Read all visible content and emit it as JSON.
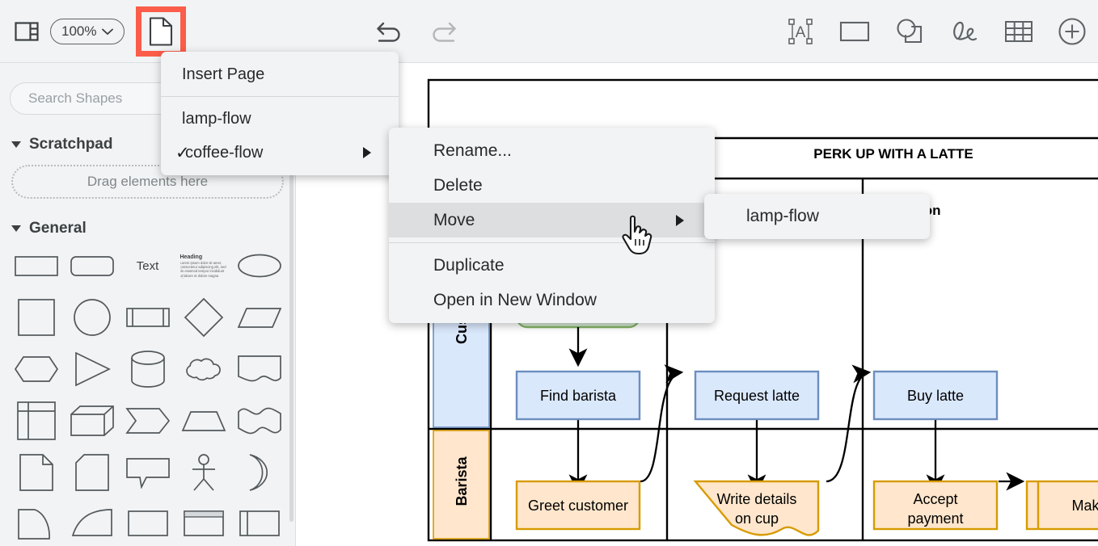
{
  "toolbar": {
    "format_panel_icon": "panel-toggle-icon",
    "zoom_level": "100%",
    "zoom_chevron_icon": "chevron-down-icon",
    "pages_icon": "page-icon",
    "undo_icon": "undo-icon",
    "redo_icon": "redo-icon",
    "right_tools": [
      {
        "name": "text-tool",
        "icon": "text-box-icon"
      },
      {
        "name": "shape-tool",
        "icon": "rectangle-icon"
      },
      {
        "name": "shapes-tool",
        "icon": "shapes-icon"
      },
      {
        "name": "freehand-tool",
        "icon": "scribble-icon"
      },
      {
        "name": "table-tool",
        "icon": "table-icon"
      },
      {
        "name": "more-tool",
        "icon": "plus-circle-icon"
      }
    ]
  },
  "sidebar": {
    "search": {
      "placeholder": "Search Shapes",
      "value": ""
    },
    "scratchpad": {
      "title": "Scratchpad",
      "dropzone_label": "Drag elements here"
    },
    "general": {
      "title": "General",
      "shapes": [
        "rectangle",
        "rounded-rectangle",
        "text",
        "textbox",
        "ellipse",
        "square",
        "circle",
        "process",
        "diamond",
        "parallelogram",
        "hexagon",
        "triangle",
        "cylinder",
        "cloud",
        "document",
        "internal-storage",
        "cube",
        "step",
        "trapezoid",
        "tape",
        "note",
        "card",
        "callout",
        "actor",
        "or",
        "partial-rect",
        "manual-input",
        "display",
        "window",
        "list"
      ],
      "text_shape_label": "Text",
      "textbox_heading": "Heading",
      "textbox_body": "Lorem ipsum dolor sit amet, consectetur adipiscing elit, sed do eiusmod tempor incididunt ut labore et dolore magna aliqua."
    }
  },
  "pages_menu": {
    "items": [
      {
        "label": "Insert Page",
        "checked": false,
        "submenu": false
      },
      {
        "label": "lamp-flow",
        "checked": false,
        "submenu": false
      },
      {
        "label": "coffee-flow",
        "checked": true,
        "submenu": true
      }
    ],
    "check_glyph": "✓"
  },
  "context_menu": {
    "items": [
      {
        "label": "Rename...",
        "highlighted": false,
        "submenu": false
      },
      {
        "label": "Delete",
        "highlighted": false,
        "submenu": false
      },
      {
        "label": "Move",
        "highlighted": true,
        "submenu": true
      },
      {
        "label": "Duplicate",
        "highlighted": false,
        "submenu": false
      },
      {
        "label": "Open in New Window",
        "highlighted": false,
        "submenu": false
      }
    ]
  },
  "move_submenu": {
    "items": [
      {
        "label": "lamp-flow"
      }
    ]
  },
  "cursor": {
    "type": "pointing-hand-cursor"
  },
  "diagram": {
    "title": "PERK UP WITH A LATTE",
    "phase_label": "…saction",
    "lanes": [
      {
        "label": "Cus",
        "full_label": "Customer",
        "fill": "#dae8fc",
        "stroke": "#6c8ebf"
      },
      {
        "label": "Barista",
        "full_label": "Barista",
        "fill": "#ffe6cc",
        "stroke": "#d79b00"
      }
    ],
    "nodes": [
      {
        "id": "start",
        "label": "",
        "shape": "rounded",
        "lane": "Customer",
        "fill": "#d5e8d4",
        "stroke": "#82b366"
      },
      {
        "id": "find",
        "label": "Find barista",
        "shape": "rect",
        "lane": "Customer",
        "fill": "#dae8fc",
        "stroke": "#6c8ebf"
      },
      {
        "id": "request",
        "label": "Request latte",
        "shape": "rect",
        "lane": "Customer",
        "fill": "#dae8fc",
        "stroke": "#6c8ebf"
      },
      {
        "id": "buy",
        "label": "Buy latte",
        "shape": "rect",
        "lane": "Customer",
        "fill": "#dae8fc",
        "stroke": "#6c8ebf"
      },
      {
        "id": "greet",
        "label": "Greet customer",
        "shape": "rect",
        "lane": "Barista",
        "fill": "#ffe6cc",
        "stroke": "#d79b00"
      },
      {
        "id": "write",
        "label": "Write details\non cup",
        "shape": "document",
        "lane": "Barista",
        "fill": "#ffe6cc",
        "stroke": "#d79b00"
      },
      {
        "id": "accept",
        "label": "Accept\npayment",
        "shape": "rect",
        "lane": "Barista",
        "fill": "#ffe6cc",
        "stroke": "#d79b00"
      },
      {
        "id": "make",
        "label": "Make la",
        "full_label": "Make latte",
        "shape": "predefined",
        "lane": "Barista",
        "fill": "#ffe6cc",
        "stroke": "#d79b00"
      }
    ],
    "node_labels": {
      "find": "Find barista",
      "request": "Request latte",
      "buy": "Buy latte",
      "greet": "Greet customer",
      "write_l1": "Write details",
      "write_l2": "on cup",
      "accept_l1": "Accept",
      "accept_l2": "payment",
      "make": "Make la"
    }
  },
  "colors": {
    "toolbar_bg": "#f1f3f4",
    "highlight_red": "#fb5d4a",
    "menu_bg": "#f1f3f4",
    "menu_highlight": "#dddee0",
    "blue_fill": "#dae8fc",
    "blue_stroke": "#6c8ebf",
    "orange_fill": "#ffe6cc",
    "orange_stroke": "#d79b00",
    "green_fill": "#d5e8d4",
    "green_stroke": "#82b366"
  }
}
